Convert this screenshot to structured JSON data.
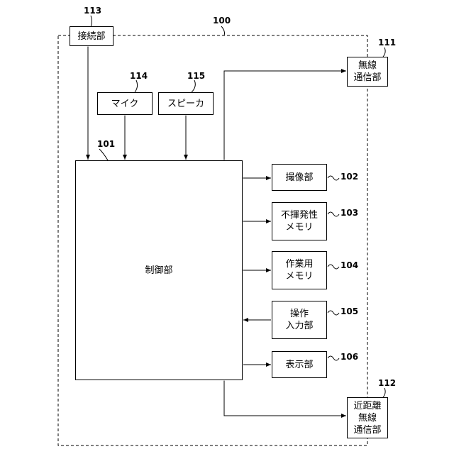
{
  "diagram": {
    "outer_ref": "100",
    "control": {
      "label": "制御部",
      "ref": "101"
    },
    "connection": {
      "label": "接続部",
      "ref": "113"
    },
    "mic": {
      "label": "マイク",
      "ref": "114"
    },
    "speaker": {
      "label": "スピーカ",
      "ref": "115"
    },
    "wireless": {
      "label": "無線\n通信部",
      "ref": "111"
    },
    "short_range": {
      "label": "近距離\n無線\n通信部",
      "ref": "112"
    },
    "imaging": {
      "label": "撮像部",
      "ref": "102"
    },
    "nonvolatile": {
      "label": "不揮発性\nメモリ",
      "ref": "103"
    },
    "work_memory": {
      "label": "作業用\nメモリ",
      "ref": "104"
    },
    "operation": {
      "label": "操作\n入力部",
      "ref": "105"
    },
    "display": {
      "label": "表示部",
      "ref": "106"
    }
  }
}
